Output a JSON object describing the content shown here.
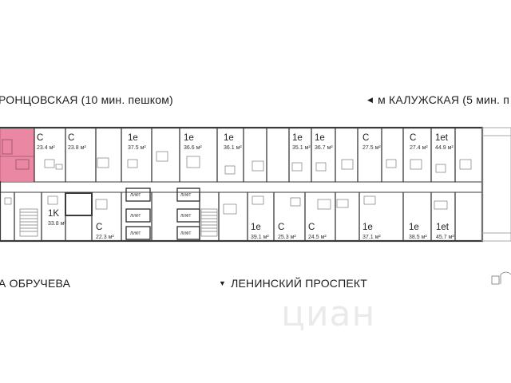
{
  "streets": {
    "top_left": "РОНЦОВСКАЯ  (10 мин. пешком)",
    "top_right": "м КАЛУЖСКАЯ (5 мин. п",
    "bottom_left": "А ОБРУЧЕВА",
    "bottom_center": "ЛЕНИНСКИЙ ПРОСПЕКТ"
  },
  "colors": {
    "highlight": "#e87b9a",
    "walls": "#3a3a3a",
    "lines": "#888888"
  },
  "lifts": [
    "ЛИФТ",
    "ЛИФТ",
    "ЛИФТ",
    "ЛИФТ",
    "ЛИФТ",
    "ЛИФТ"
  ],
  "units_top": [
    {
      "type": "C",
      "area": "23.4 м²"
    },
    {
      "type": "C",
      "area": "23.8 м²"
    },
    {
      "type": "1e",
      "area": "37.5 м²"
    },
    {
      "type": "1e",
      "area": "36.6 м²"
    },
    {
      "type": "1e",
      "area": "36.1 м²"
    },
    {
      "type": "1e",
      "area": "35.1 м²"
    },
    {
      "type": "1e",
      "area": "36.7 м²"
    },
    {
      "type": "C",
      "area": "27.5 м²"
    },
    {
      "type": "C",
      "area": "27.4 м²"
    },
    {
      "type": "1et",
      "area": "44.9 м²"
    }
  ],
  "units_bottom": [
    {
      "type": "1K",
      "area": "33.8 м²"
    },
    {
      "type": "C",
      "area": "22.3 м²"
    },
    {
      "type": "1e",
      "area": "39.1 м²"
    },
    {
      "type": "C",
      "area": "25.3 м²"
    },
    {
      "type": "C",
      "area": "24.5 м²"
    },
    {
      "type": "1e",
      "area": "37.1 м²"
    },
    {
      "type": "1e",
      "area": "38.5 м²"
    },
    {
      "type": "1et",
      "area": "45.7 м²"
    }
  ],
  "watermark": "циан"
}
